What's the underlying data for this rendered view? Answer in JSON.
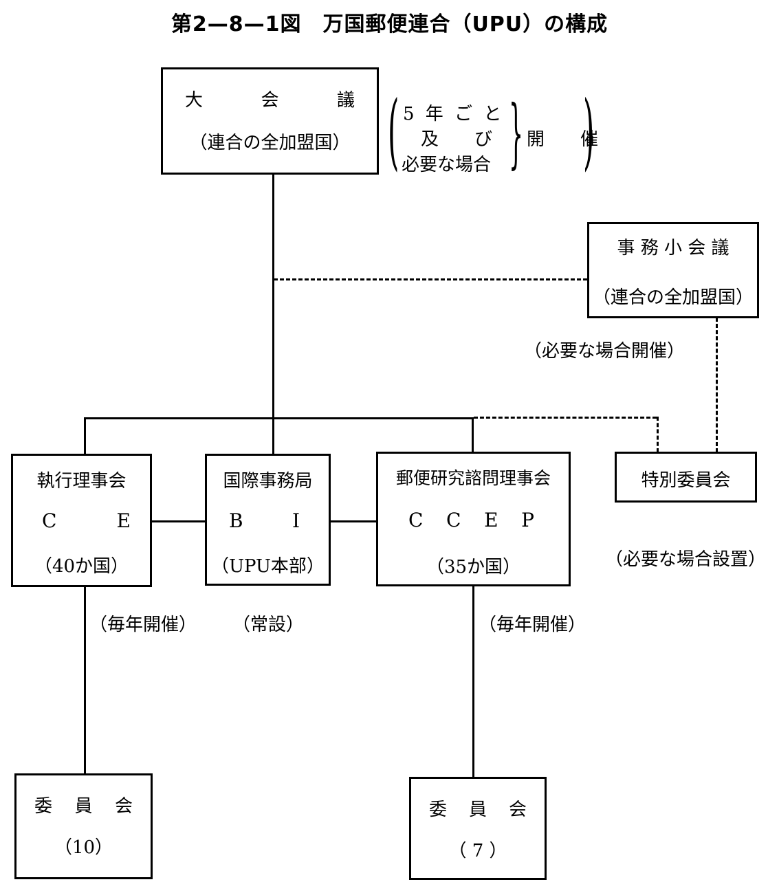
{
  "title": "第2—8—1図　万国郵便連合（UPU）の構成",
  "nodes": {
    "congress": {
      "name_chars": [
        "大",
        "会",
        "議"
      ],
      "members": "（連合の全加盟国）",
      "schedule": {
        "lines": [
          "5 年 ご と",
          "及　　び",
          "必要な場合"
        ],
        "suffix": "開　　催"
      }
    },
    "extraordinary_congress": {
      "name": "事 務 小 会 議",
      "members": "（連合の全加盟国）",
      "note": "（必要な場合開催）"
    },
    "executive_council": {
      "name": "執行理事会",
      "abbr_chars": [
        "C",
        "E"
      ],
      "members": "（40か国）",
      "note": "（毎年開催）"
    },
    "international_bureau": {
      "name": "国際事務局",
      "abbr_chars": [
        "B",
        "I"
      ],
      "members": "（UPU本部）",
      "note": "（常設）"
    },
    "postal_studies_council": {
      "name": "郵便研究諮問理事会",
      "abbr_chars": [
        "C",
        "C",
        "E",
        "P"
      ],
      "members": "（35か国）",
      "note": "（毎年開催）"
    },
    "special_committee": {
      "name": "特別委員会",
      "note": "（必要な場合設置）"
    },
    "committee_ce": {
      "name_chars": [
        "委",
        "員",
        "会"
      ],
      "count": "（10）"
    },
    "committee_ccep": {
      "name_chars": [
        "委",
        "員",
        "会"
      ],
      "count": "（ 7 ）"
    }
  },
  "edges": [
    {
      "from": "congress",
      "to": "executive_council",
      "style": "solid"
    },
    {
      "from": "congress",
      "to": "international_bureau",
      "style": "solid"
    },
    {
      "from": "congress",
      "to": "postal_studies_council",
      "style": "solid"
    },
    {
      "from": "congress",
      "to": "extraordinary_congress",
      "style": "dashed"
    },
    {
      "from": "extraordinary_congress",
      "to": "special_committee",
      "style": "dashed"
    },
    {
      "from": "congress",
      "to": "special_committee",
      "style": "dashed"
    },
    {
      "from": "executive_council",
      "to": "international_bureau",
      "style": "solid"
    },
    {
      "from": "international_bureau",
      "to": "postal_studies_council",
      "style": "solid"
    },
    {
      "from": "executive_council",
      "to": "committee_ce",
      "style": "solid"
    },
    {
      "from": "postal_studies_council",
      "to": "committee_ccep",
      "style": "solid"
    }
  ]
}
